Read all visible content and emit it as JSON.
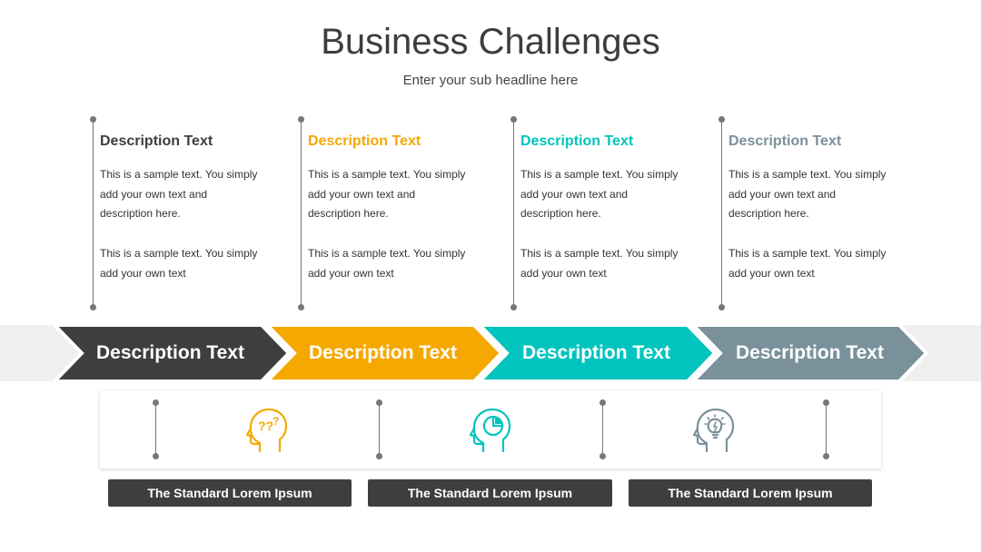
{
  "title": "Business Challenges",
  "subtitle": "Enter your sub headline here",
  "columns": [
    {
      "heading": "Description Text",
      "color": "#3e3e40",
      "para1": "This is a sample text. You simply add your own text and description here.",
      "para2": "This is a sample text. You simply add your own text"
    },
    {
      "heading": "Description Text",
      "color": "#f5a800",
      "para1": "This is a sample text. You simply add your own text and description here.",
      "para2": "This is a sample text. You simply add your own text"
    },
    {
      "heading": "Description Text",
      "color": "#00c4bd",
      "para1": "This is a sample text. You simply add your own text and description here.",
      "para2": "This is a sample text. You simply add your own text"
    },
    {
      "heading": "Description Text",
      "color": "#7a919b",
      "para1": "This is a sample text. You simply add your own text and description here.",
      "para2": "This is a sample text. You simply add your own text"
    }
  ],
  "chevrons": [
    {
      "label": "Description Text",
      "color": "#3e3e40"
    },
    {
      "label": "Description Text",
      "color": "#f5a800"
    },
    {
      "label": "Description Text",
      "color": "#00c4bd"
    },
    {
      "label": "Description Text",
      "color": "#7a919b"
    }
  ],
  "icons": [
    {
      "name": "head-question-icon",
      "color": "#f5a800"
    },
    {
      "name": "head-pie-chart-icon",
      "color": "#00c4bd"
    },
    {
      "name": "head-lightbulb-icon",
      "color": "#7a919b"
    }
  ],
  "pills": [
    "The Standard Lorem Ipsum",
    "The Standard Lorem Ipsum",
    "The Standard Lorem Ipsum"
  ]
}
